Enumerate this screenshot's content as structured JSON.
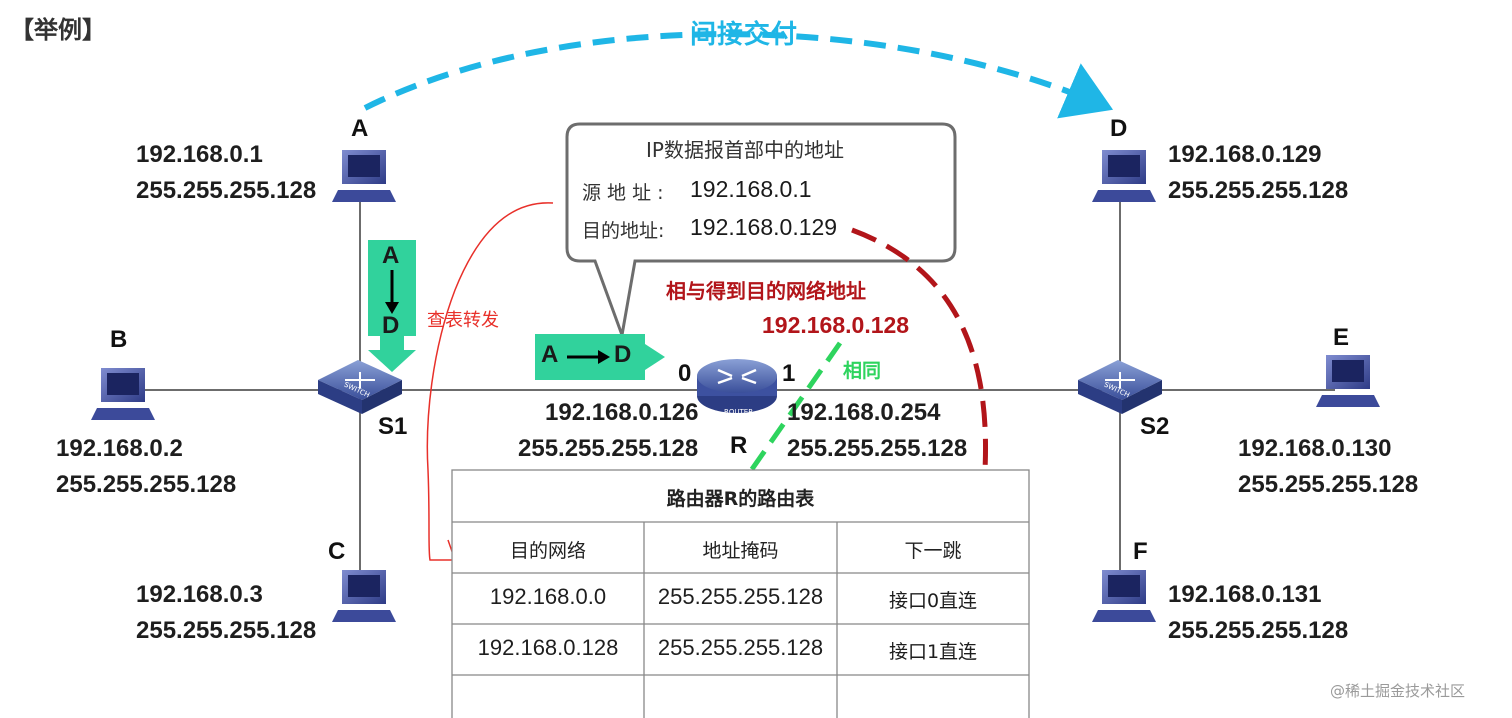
{
  "title": "【举例】",
  "indirect_delivery": "间接交付",
  "hosts": {
    "A": {
      "name": "A",
      "ip": "192.168.0.1",
      "mask": "255.255.255.128"
    },
    "B": {
      "name": "B",
      "ip": "192.168.0.2",
      "mask": "255.255.255.128"
    },
    "C": {
      "name": "C",
      "ip": "192.168.0.3",
      "mask": "255.255.255.128"
    },
    "D": {
      "name": "D",
      "ip": "192.168.0.129",
      "mask": "255.255.255.128"
    },
    "E": {
      "name": "E",
      "ip": "192.168.0.130",
      "mask": "255.255.255.128"
    },
    "F": {
      "name": "F",
      "ip": "192.168.0.131",
      "mask": "255.255.255.128"
    }
  },
  "switches": {
    "S1": "S1",
    "S2": "S2",
    "device_label": "SWITCH"
  },
  "router": {
    "name": "R",
    "device_label": "ROUTER",
    "if0": {
      "label": "0",
      "ip": "192.168.0.126",
      "mask": "255.255.255.128"
    },
    "if1": {
      "label": "1",
      "ip": "192.168.0.254",
      "mask": "255.255.255.128"
    }
  },
  "bubble": {
    "title": "IP数据报首部中的地址",
    "src_label": "源 地 址 :",
    "src_value": "192.168.0.1",
    "dst_label": "目的地址:",
    "dst_value": "192.168.0.129"
  },
  "and_result": {
    "label": "相与得到目的网络地址",
    "value": "192.168.0.128"
  },
  "same_label": "相同",
  "lookup_label": "查表转发",
  "packet_vertical": {
    "from": "A",
    "to": "D"
  },
  "packet_horizontal": {
    "from": "A",
    "to": "D"
  },
  "routing_table": {
    "title": "路由器R的路由表",
    "headers": [
      "目的网络",
      "地址掩码",
      "下一跳"
    ],
    "rows": [
      [
        "192.168.0.0",
        "255.255.255.128",
        "接口0直连"
      ],
      [
        "192.168.0.128",
        "255.255.255.128",
        "接口1直连"
      ],
      [
        "",
        "",
        ""
      ]
    ]
  },
  "colors": {
    "accent_blue": "#1fb6e6",
    "accent_green": "#31d29c",
    "dark_red": "#b2151a",
    "handwritten_red": "#e8302a",
    "line_gray": "#6c6c6c"
  },
  "watermark": "@稀土掘金技术社区"
}
